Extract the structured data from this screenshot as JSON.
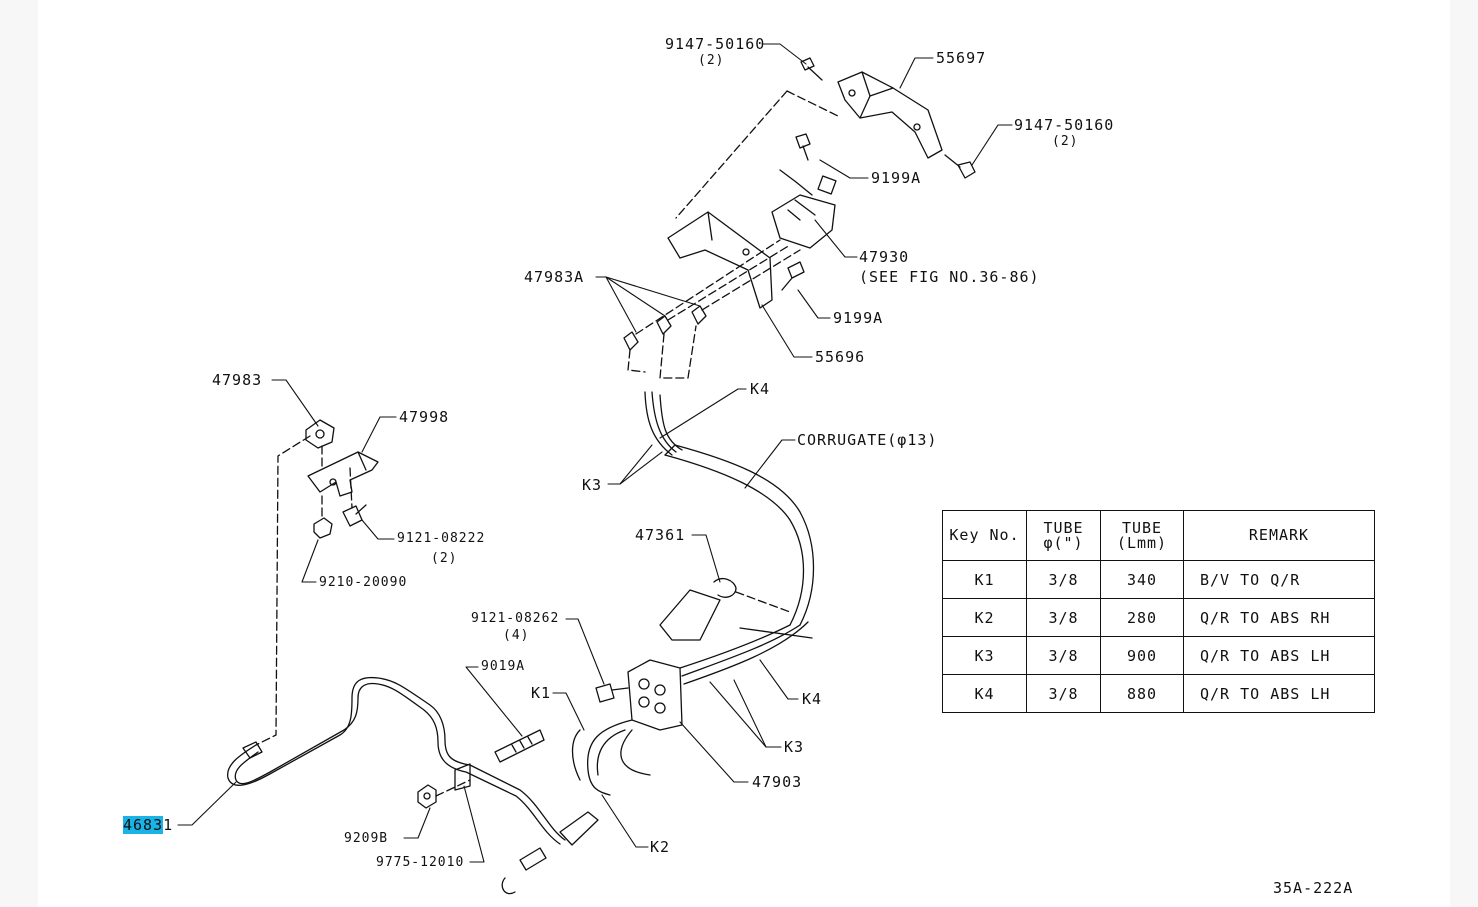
{
  "labels": {
    "p914750160_top": "9147-50160",
    "qty_top": "(2)",
    "p55697": "55697",
    "p914750160_right": "9147-50160",
    "qty_right": "(2)",
    "p9199a_top": "9199A",
    "p47930": "47930",
    "see_fig": "(SEE FIG NO.36-86)",
    "p47983a": "47983A",
    "p9199a_bottom": "9199A",
    "p55696": "55696",
    "p47983": "47983",
    "p47998": "47998",
    "k4_top": "K4",
    "corrugate": "CORRUGATE(φ13)",
    "k3_left": "K3",
    "p912108222": "9121-08222",
    "qty_912108222": "(2)",
    "p921020090": "9210-20090",
    "p47361": "47361",
    "p912108262": "9121-08262",
    "qty_912108262": "(4)",
    "p9019a": "9019A",
    "k1": "K1",
    "k4_bottom": "K4",
    "k3_bottom": "K3",
    "p47903": "47903",
    "p46831_highlight": "4683",
    "p46831_rest": "1",
    "p9209b": "9209B",
    "k2": "K2",
    "p977512010": "9775-12010",
    "fig_code": "35A-222A"
  },
  "table": {
    "headers": {
      "key": "Key No.",
      "tube_dia_1": "TUBE",
      "tube_dia_2": "φ(\")",
      "tube_len_1": "TUBE",
      "tube_len_2": "(Lmm)",
      "remark": "REMARK"
    },
    "rows": [
      {
        "key": "K1",
        "dia": "3/8",
        "len": "340",
        "remark": "B/V TO Q/R"
      },
      {
        "key": "K2",
        "dia": "3/8",
        "len": "280",
        "remark": "Q/R TO ABS RH"
      },
      {
        "key": "K3",
        "dia": "3/8",
        "len": "900",
        "remark": "Q/R TO ABS LH"
      },
      {
        "key": "K4",
        "dia": "3/8",
        "len": "880",
        "remark": "Q/R TO ABS LH"
      }
    ]
  },
  "colors": {
    "line": "#111111",
    "highlight": "#1ab3e6",
    "background": "#ffffff"
  }
}
